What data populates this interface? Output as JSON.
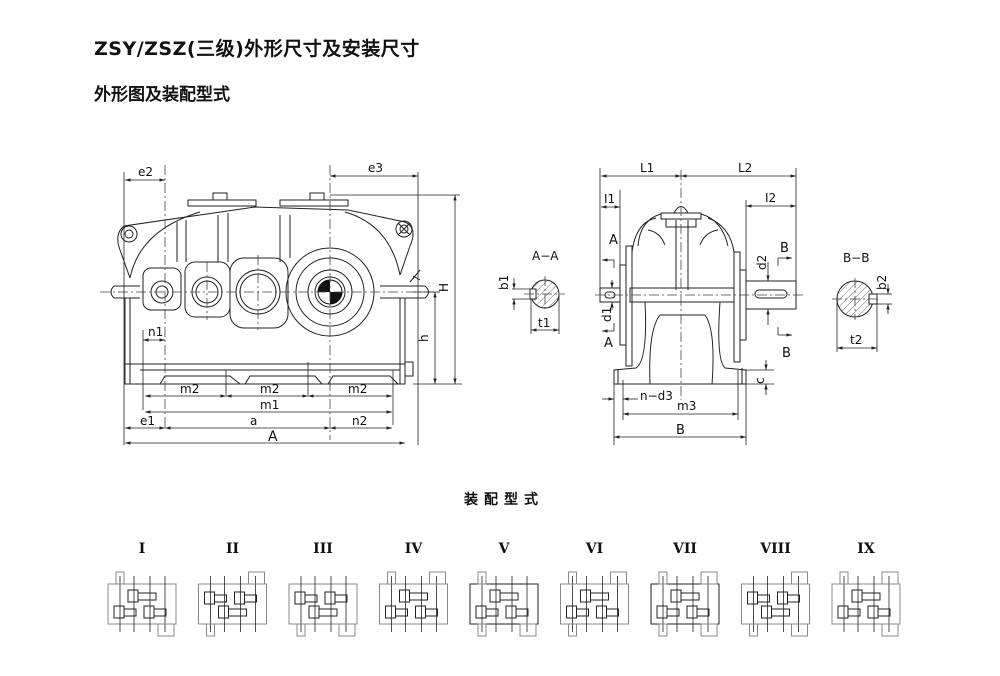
{
  "header": {
    "title": "ZSY/ZSZ(三级)外形尺寸及安装尺寸",
    "subtitle": "外形图及装配型式"
  },
  "front_view": {
    "dimension_labels": {
      "e2": "e2",
      "e3": "e3",
      "H": "H",
      "h": "h",
      "n1": "n1",
      "m2": "m2",
      "m1": "m1",
      "e1": "e1",
      "a": "a",
      "n2": "n2",
      "A": "A"
    }
  },
  "side_view": {
    "dimension_labels": {
      "L1": "L1",
      "L2": "L2",
      "l1": "I1",
      "l2": "I2",
      "section_a": "A",
      "section_b": "B",
      "d1": "d1",
      "d2": "d2",
      "c": "c",
      "n_d3": "n−d3",
      "m3": "m3",
      "B": "B"
    }
  },
  "section_aa": {
    "title": "A−A",
    "b": "b1",
    "t": "t1"
  },
  "section_bb": {
    "title": "B−B",
    "b": "b2",
    "t": "t2"
  },
  "assembly": {
    "heading": "装配型式",
    "types": [
      "I",
      "II",
      "III",
      "IV",
      "V",
      "VI",
      "VII",
      "VIII",
      "IX"
    ]
  }
}
